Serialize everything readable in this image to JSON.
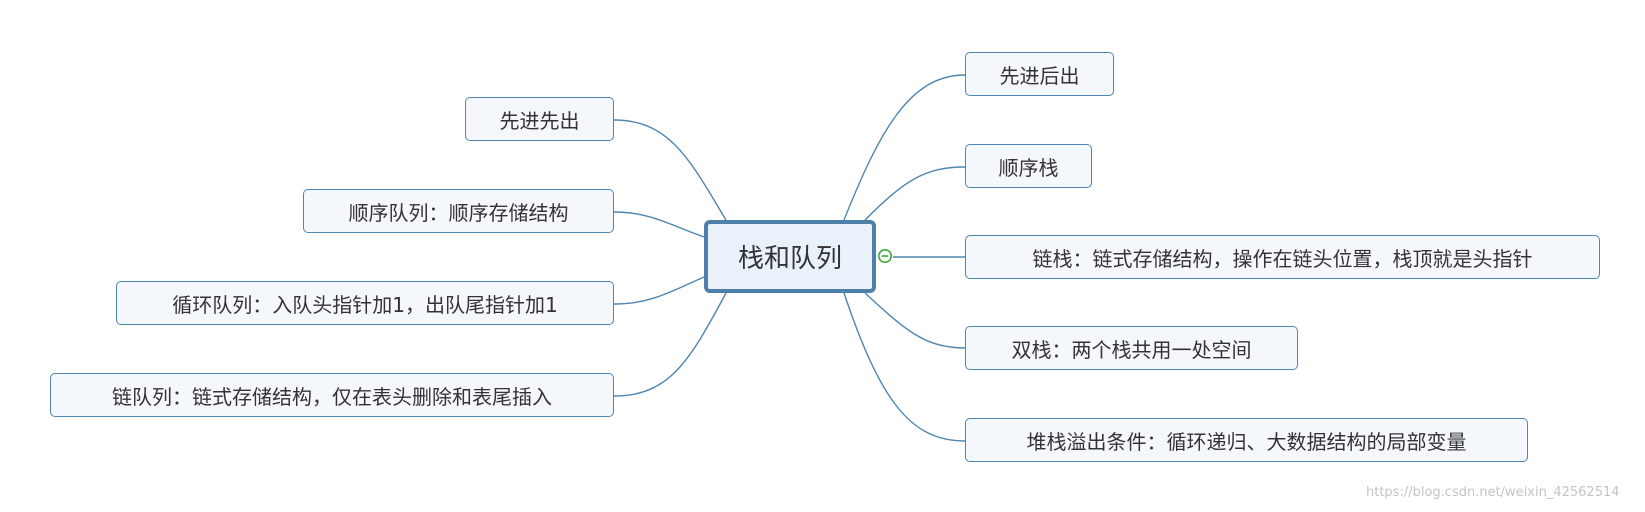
{
  "central": {
    "label": "栈和队列"
  },
  "right_branches": [
    {
      "label": "先进后出"
    },
    {
      "label": "顺序栈"
    },
    {
      "label": "链栈：链式存储结构，操作在链头位置，栈顶就是头指针"
    },
    {
      "label": "双栈：两个栈共用一处空间"
    },
    {
      "label": "堆栈溢出条件：循环递归、大数据结构的局部变量"
    }
  ],
  "left_branches": [
    {
      "label": "先进先出"
    },
    {
      "label": "顺序队列：顺序存储结构"
    },
    {
      "label": "循环队列：入队头指针加1，出队尾指针加1"
    },
    {
      "label": "链队列：链式存储结构，仅在表头删除和表尾插入"
    }
  ],
  "colors": {
    "connector": "#4f86b0",
    "node_border": "#4f86b0",
    "node_fill": "#f4f8fd",
    "central_border": "#4e7fa8",
    "central_fill": "#e9f1fa",
    "collapse_icon": "#3aaa35"
  },
  "icons": {
    "collapse": "minus-circle-icon"
  },
  "watermark": "https://blog.csdn.net/weixin_42562514"
}
